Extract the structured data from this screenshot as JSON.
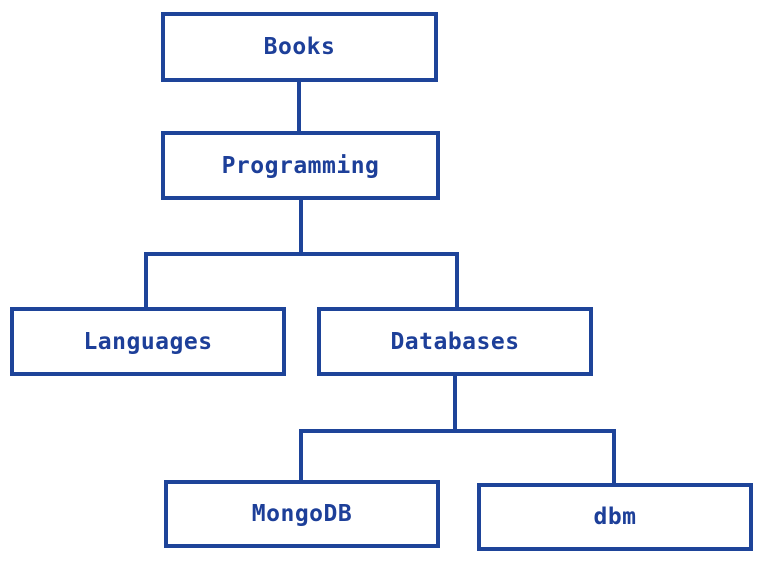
{
  "diagram": {
    "type": "tree",
    "background_color": "#ffffff",
    "line_color": "#1e4499",
    "text_color": "#1d3f99",
    "nodes": [
      {
        "id": "books",
        "label": "Books"
      },
      {
        "id": "programming",
        "label": "Programming"
      },
      {
        "id": "languages",
        "label": "Languages"
      },
      {
        "id": "databases",
        "label": "Databases"
      },
      {
        "id": "mongodb",
        "label": "MongoDB"
      },
      {
        "id": "dbm",
        "label": "dbm"
      }
    ],
    "edges": [
      {
        "from": "books",
        "to": "programming"
      },
      {
        "from": "programming",
        "to": "languages"
      },
      {
        "from": "programming",
        "to": "databases"
      },
      {
        "from": "databases",
        "to": "mongodb"
      },
      {
        "from": "databases",
        "to": "dbm"
      }
    ]
  }
}
